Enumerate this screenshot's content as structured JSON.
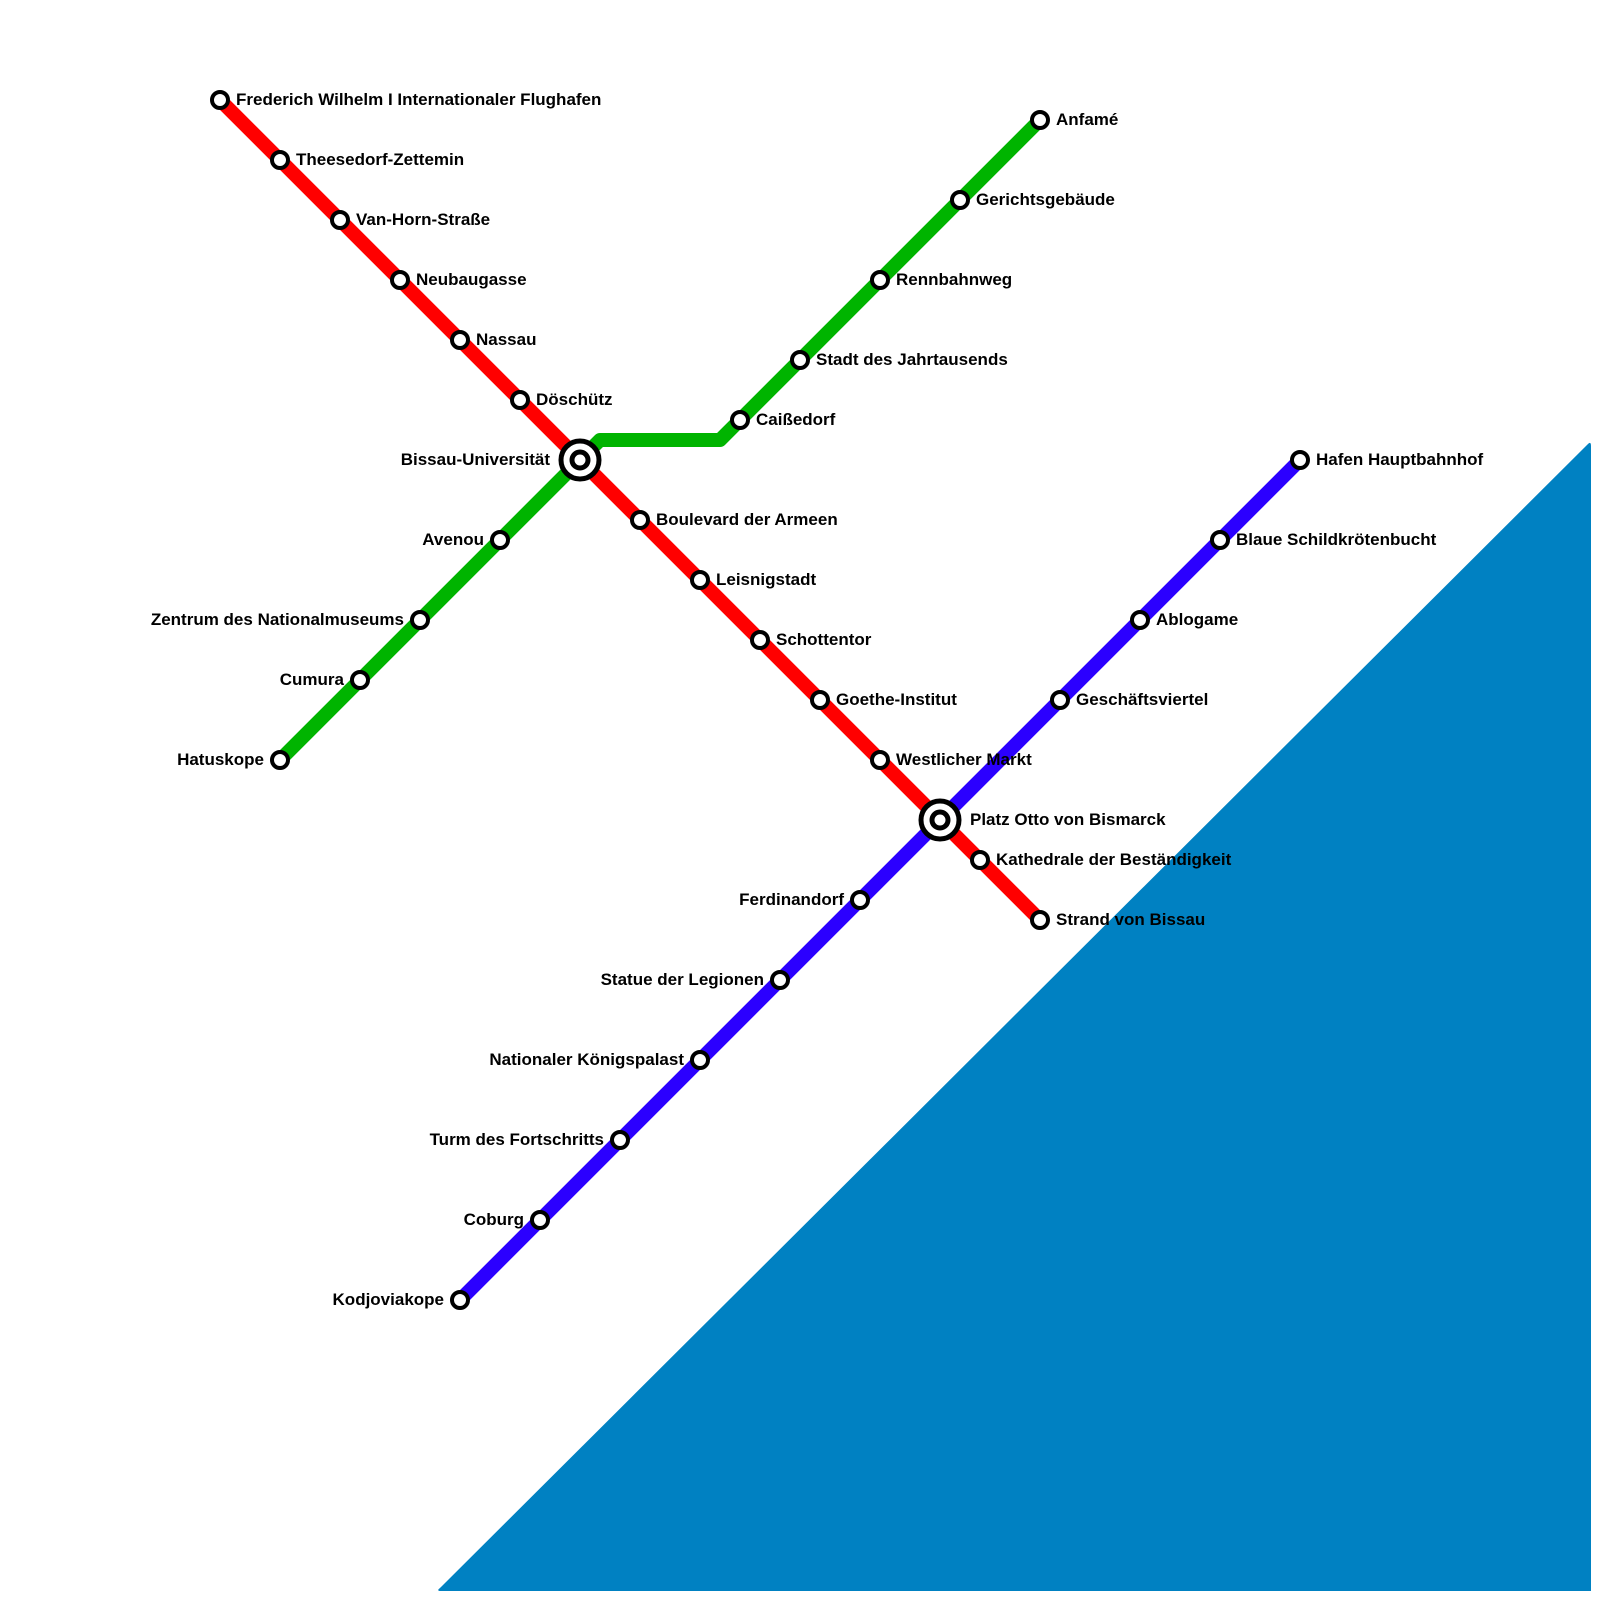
{
  "map": {
    "colors": {
      "water": "#0081C2",
      "red": "#FF0000",
      "green": "#00B400",
      "blue": "#2B00FF",
      "station_fill": "#FFFFFF",
      "station_stroke": "#000000"
    },
    "lines": [
      {
        "id": "red",
        "color": "#FF0000",
        "stations": [
          "Frederich Wilhelm I Internationaler Flughafen",
          "Theesedorf-Zettemin",
          "Van-Horn-Straße",
          "Neubaugasse",
          "Nassau",
          "Döschütz",
          "Bissau-Universität",
          "Boulevard der Armeen",
          "Leisnigstadt",
          "Schottentor",
          "Goethe-Institut",
          "Westlicher Markt",
          "Platz Otto von Bismarck",
          "Kathedrale der Beständigkeit",
          "Strand von Bissau"
        ]
      },
      {
        "id": "green",
        "color": "#00B400",
        "stations": [
          "Hatuskope",
          "Cumura",
          "Zentrum des Nationalmuseums",
          "Avenou",
          "Bissau-Universität",
          "Caißedorf",
          "Stadt des Jahrtausends",
          "Rennbahnweg",
          "Gerichtsgebäude",
          "Anfamé"
        ]
      },
      {
        "id": "blue",
        "color": "#2B00FF",
        "stations": [
          "Kodjoviakope",
          "Coburg",
          "Turm des Fortschritts",
          "Nationaler Königspalast",
          "Statue der Legionen",
          "Ferdinandorf",
          "Platz Otto von Bismarck",
          "Geschäftsviertel",
          "Ablogame",
          "Blaue Schildkrötenbucht",
          "Hafen Hauptbahnhof"
        ]
      }
    ],
    "interchanges": [
      "Bissau-Universität",
      "Platz Otto von Bismarck"
    ],
    "labels": {
      "flughafen": "Frederich Wilhelm I Internationaler Flughafen",
      "theesedorf": "Theesedorf-Zettemin",
      "vanhorn": "Van-Horn-Straße",
      "neubaugasse": "Neubaugasse",
      "nassau": "Nassau",
      "doeschuetz": "Döschütz",
      "bissau_uni": "Bissau-Universität",
      "boulevard": "Boulevard der Armeen",
      "leisnigstadt": "Leisnigstadt",
      "schottentor": "Schottentor",
      "goethe": "Goethe-Institut",
      "westlicher": "Westlicher Markt",
      "bismarck": "Platz Otto von Bismarck",
      "kathedrale": "Kathedrale der Beständigkeit",
      "strand": "Strand von Bissau",
      "hatuskope": "Hatuskope",
      "cumura": "Cumura",
      "zentrum": "Zentrum des Nationalmuseums",
      "avenou": "Avenou",
      "caissedorf": "Caißedorf",
      "jahrtausend": "Stadt des Jahrtausends",
      "rennbahnweg": "Rennbahnweg",
      "gericht": "Gerichtsgebäude",
      "anfame": "Anfamé",
      "kodjoviakope": "Kodjoviakope",
      "coburg": "Coburg",
      "turm": "Turm des Fortschritts",
      "koenigspalast": "Nationaler Königspalast",
      "statue": "Statue der Legionen",
      "ferdinandorf": "Ferdinandorf",
      "geschaeft": "Geschäftsviertel",
      "ablogame": "Ablogame",
      "schildkroete": "Blaue Schildkrötenbucht",
      "hafen": "Hafen Hauptbahnhof"
    }
  }
}
